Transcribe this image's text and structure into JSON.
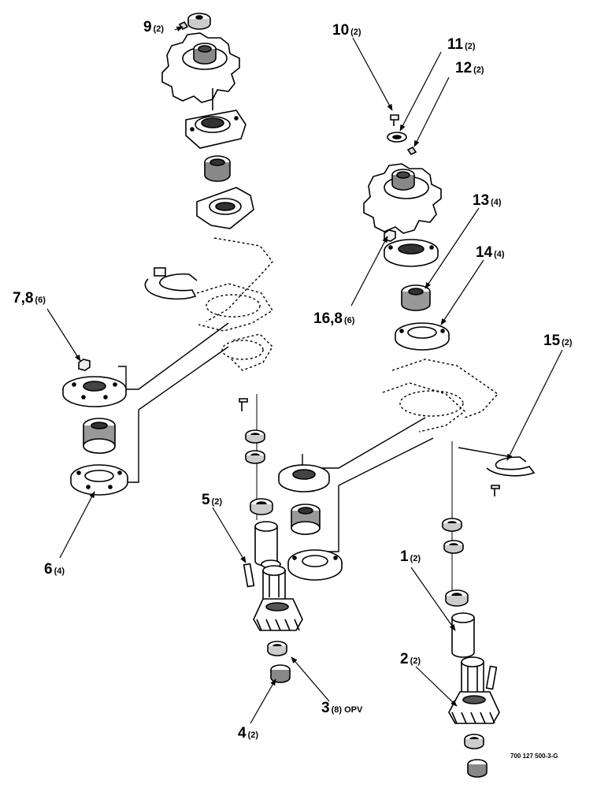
{
  "callouts": {
    "c1": {
      "label": "1",
      "qty": "(2)"
    },
    "c2": {
      "label": "2",
      "qty": "(2)"
    },
    "c3": {
      "label": "3",
      "qty": "(8) OPV"
    },
    "c4": {
      "label": "4",
      "qty": "(2)"
    },
    "c5": {
      "label": "5",
      "qty": "(2)"
    },
    "c6": {
      "label": "6",
      "qty": "(4)"
    },
    "c78": {
      "label": "7,8",
      "qty": "(6)"
    },
    "c9": {
      "label": "9",
      "qty": "(2)"
    },
    "c10": {
      "label": "10",
      "qty": "(2)"
    },
    "c11": {
      "label": "11",
      "qty": "(2)"
    },
    "c12": {
      "label": "12",
      "qty": "(2)"
    },
    "c13": {
      "label": "13",
      "qty": "(4)"
    },
    "c14": {
      "label": "14",
      "qty": "(4)"
    },
    "c15": {
      "label": "15",
      "qty": "(2)"
    },
    "c168": {
      "label": "16,8",
      "qty": "(6)"
    }
  },
  "figure_code": "700 127 500-3-G",
  "colors": {
    "ink": "#000000",
    "paper": "#ffffff",
    "shade": "#9a9a9a"
  }
}
